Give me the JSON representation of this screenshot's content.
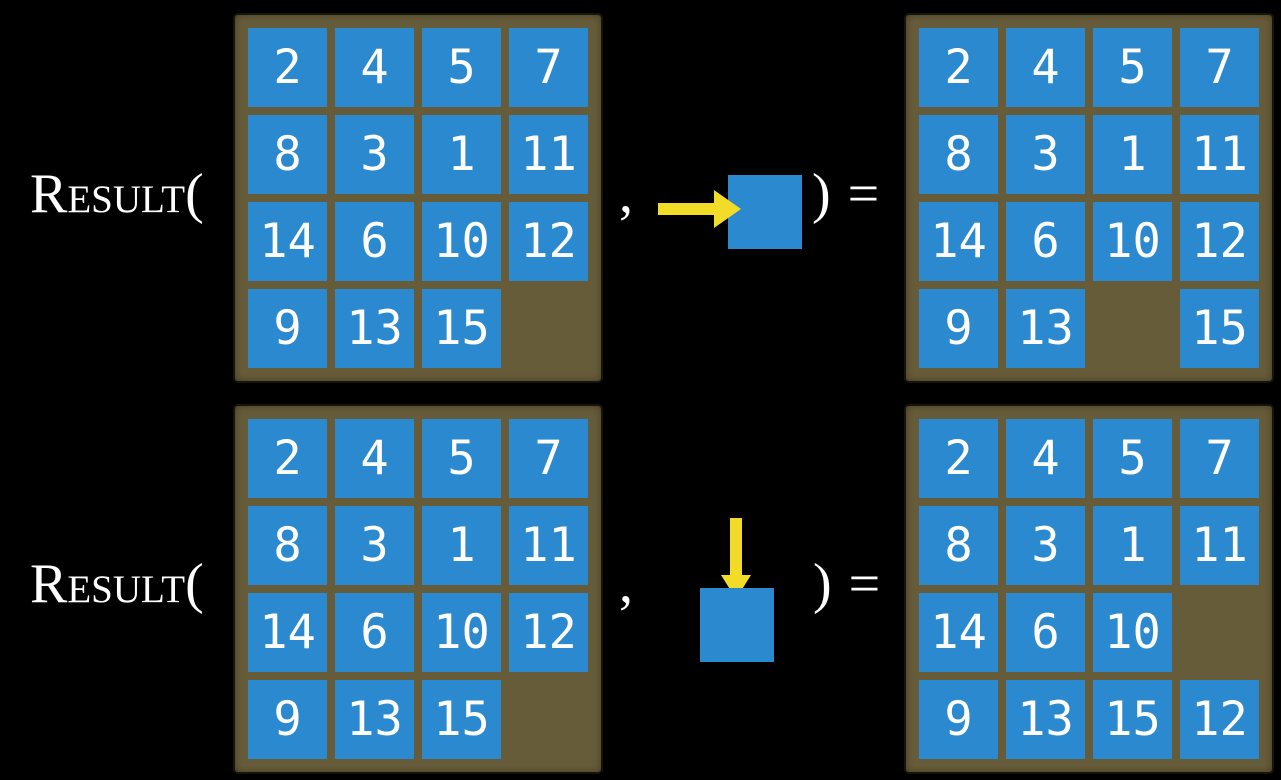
{
  "expression": {
    "function_label": "Result(",
    "comma": ",",
    "close_paren_equals": ") ="
  },
  "rows": [
    {
      "name": "slide-right-example",
      "action": {
        "icon": "right-arrow-into-tile-icon",
        "direction": "right",
        "description": "yellow arrow pointing right into a blank blue tile"
      },
      "initial_board": {
        "grid_size": 4,
        "tiles": [
          [
            2,
            4,
            5,
            7
          ],
          [
            8,
            3,
            1,
            11
          ],
          [
            14,
            6,
            10,
            12
          ],
          [
            9,
            13,
            15,
            null
          ]
        ]
      },
      "result_board": {
        "grid_size": 4,
        "tiles": [
          [
            2,
            4,
            5,
            7
          ],
          [
            8,
            3,
            1,
            11
          ],
          [
            14,
            6,
            10,
            12
          ],
          [
            9,
            13,
            null,
            15
          ]
        ]
      }
    },
    {
      "name": "slide-down-example",
      "action": {
        "icon": "down-arrow-into-tile-icon",
        "direction": "down",
        "description": "yellow arrow pointing down into a blank blue tile"
      },
      "initial_board": {
        "grid_size": 4,
        "tiles": [
          [
            2,
            4,
            5,
            7
          ],
          [
            8,
            3,
            1,
            11
          ],
          [
            14,
            6,
            10,
            12
          ],
          [
            9,
            13,
            15,
            null
          ]
        ]
      },
      "result_board": {
        "grid_size": 4,
        "tiles": [
          [
            2,
            4,
            5,
            7
          ],
          [
            8,
            3,
            1,
            11
          ],
          [
            14,
            6,
            10,
            null
          ],
          [
            9,
            13,
            15,
            12
          ]
        ]
      }
    }
  ],
  "colors": {
    "background": "#000000",
    "board_background": "#675c3a",
    "board_border": "#17140d",
    "tile_blue": "#2b89cf",
    "tile_number": "#ffffff",
    "arrow_yellow": "#f2dc28",
    "text": "#ffffff"
  }
}
